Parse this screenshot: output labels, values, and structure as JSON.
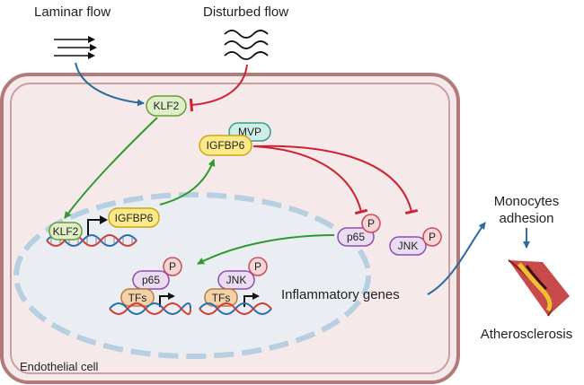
{
  "labels": {
    "laminar_flow": "Laminar flow",
    "disturbed_flow": "Disturbed flow",
    "klf2": "KLF2",
    "mvp": "MVP",
    "igfbp6": "IGFBP6",
    "p65": "p65",
    "jnk": "JNK",
    "p": "P",
    "tfs": "TFs",
    "inflammatory_genes": "Inflammatory genes",
    "monocytes_line1": "Monocytes",
    "monocytes_line2": "adhesion",
    "atherosclerosis": "Atherosclerosis",
    "endothelial_cell": "Endothelial cell"
  },
  "colors": {
    "cell_fill": "#f5e9e9",
    "cell_border": "#b27a7a",
    "nucleus_fill": "#eaeef3",
    "nucleus_border": "#b7cfe0",
    "activate_green": "#2e9a2e",
    "inhibit_red": "#cc2233",
    "blue_arrow": "#2f6a9c",
    "klf2_fill": "#dff0c8",
    "klf2_border": "#6a9a36",
    "igfbp6_fill": "#fbe98a",
    "igfbp6_border": "#c9a714",
    "mvp_fill": "#cdeee6",
    "mvp_border": "#3a9e88",
    "protein_fill": "#eadcf2",
    "protein_border": "#8c4fb0",
    "phos_fill": "#f9d6d6",
    "phos_border": "#c84b5a",
    "tfs_fill": "#f3d2aa",
    "tfs_border": "#b97c3a"
  }
}
